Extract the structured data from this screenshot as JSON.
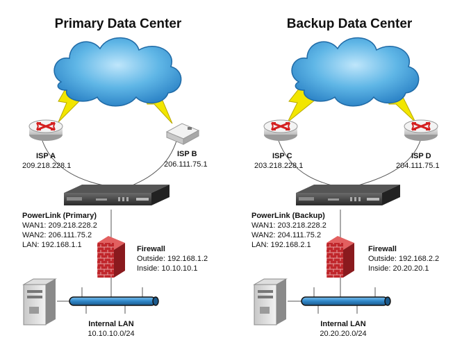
{
  "primary": {
    "title": "Primary Data Center",
    "isp_a": {
      "name": "ISP A",
      "ip": "209.218.228.1"
    },
    "isp_b": {
      "name": "ISP B",
      "ip": "206.111.75.1"
    },
    "powerlink": {
      "name": "PowerLink (Primary)",
      "wan1": "WAN1: 209.218.228.2",
      "wan2": "WAN2: 206.111.75.2",
      "lan": "LAN:  192.168.1.1"
    },
    "firewall": {
      "name": "Firewall",
      "outside": "Outside: 192.168.1.2",
      "inside": "Inside:  10.10.10.1"
    },
    "lan": {
      "name": "Internal LAN",
      "subnet": "10.10.10.0/24"
    }
  },
  "backup": {
    "title": "Backup Data Center",
    "isp_c": {
      "name": "ISP C",
      "ip": "203.218.228.1"
    },
    "isp_d": {
      "name": "ISP D",
      "ip": "204.111.75.1"
    },
    "powerlink": {
      "name": "PowerLink (Backup)",
      "wan1": "WAN1: 203.218.228.2",
      "wan2": "WAN2: 204.111.75.2",
      "lan": "LAN:  192.168.2.1"
    },
    "firewall": {
      "name": "Firewall",
      "outside": "Outside: 192.168.2.2",
      "inside": "Inside:  20.20.20.1"
    },
    "lan": {
      "name": "Internal LAN",
      "subnet": "20.20.20.0/24"
    }
  },
  "colors": {
    "cloud": "#4aa8e0",
    "lightning": "#f2e600",
    "router": "#e2e2e2",
    "router_arrow": "#d42020",
    "firewall": "#c0262b",
    "lan_bus": "#2f86c8",
    "appliance": "#3a3a3a"
  },
  "icons": [
    "cloud-icon",
    "lightning-icon",
    "router-icon",
    "modem-icon",
    "appliance-icon",
    "firewall-icon",
    "server-icon",
    "lan-bus-icon"
  ]
}
